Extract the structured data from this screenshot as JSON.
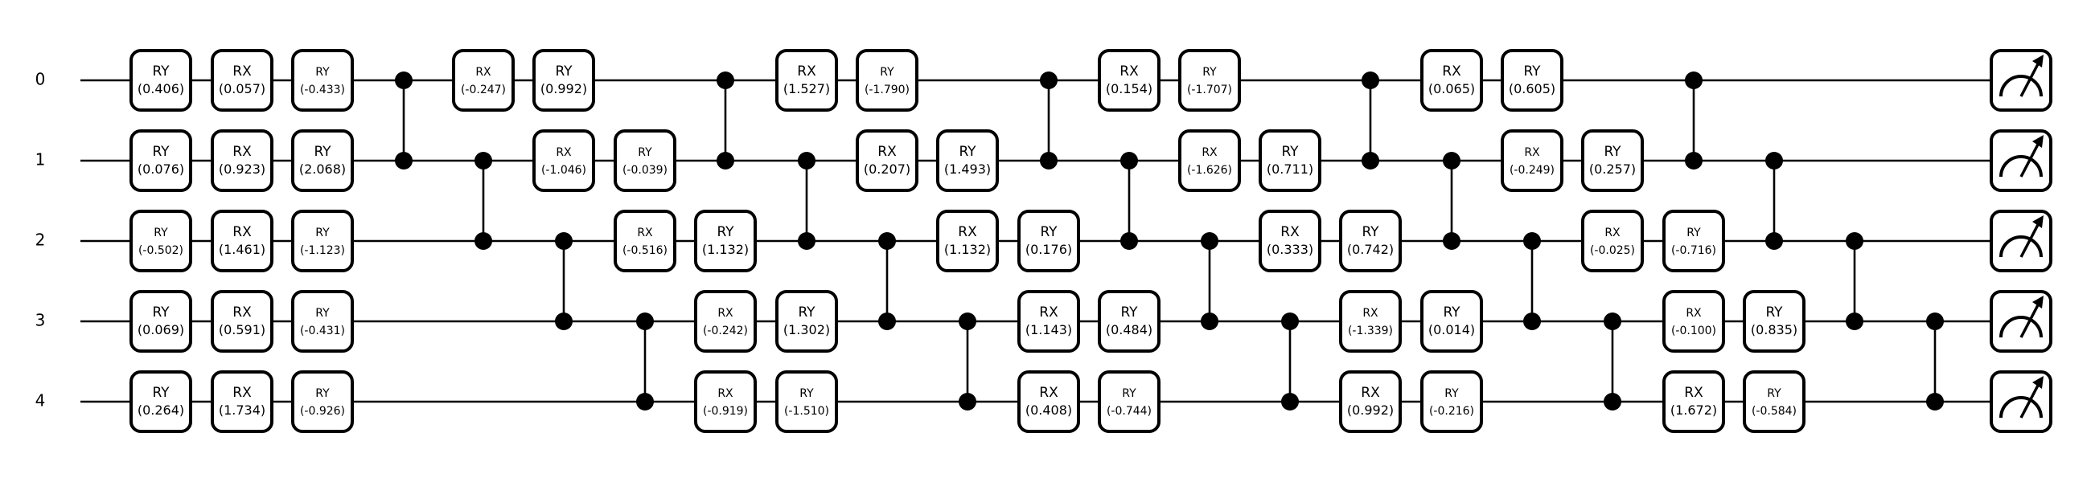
{
  "wires": [
    "0",
    "1",
    "2",
    "3",
    "4"
  ],
  "gates": [
    {
      "col": 0,
      "wire": 0,
      "name": "RY",
      "param": "(0.406)"
    },
    {
      "col": 0,
      "wire": 1,
      "name": "RY",
      "param": "(0.076)"
    },
    {
      "col": 0,
      "wire": 2,
      "name": "RY",
      "param": "(-0.502)"
    },
    {
      "col": 0,
      "wire": 3,
      "name": "RY",
      "param": "(0.069)"
    },
    {
      "col": 0,
      "wire": 4,
      "name": "RY",
      "param": "(0.264)"
    },
    {
      "col": 1,
      "wire": 0,
      "name": "RX",
      "param": "(0.057)"
    },
    {
      "col": 1,
      "wire": 1,
      "name": "RX",
      "param": "(0.923)"
    },
    {
      "col": 1,
      "wire": 2,
      "name": "RX",
      "param": "(1.461)"
    },
    {
      "col": 1,
      "wire": 3,
      "name": "RX",
      "param": "(0.591)"
    },
    {
      "col": 1,
      "wire": 4,
      "name": "RX",
      "param": "(1.734)"
    },
    {
      "col": 2,
      "wire": 0,
      "name": "RY",
      "param": "(-0.433)"
    },
    {
      "col": 2,
      "wire": 1,
      "name": "RY",
      "param": "(2.068)"
    },
    {
      "col": 2,
      "wire": 2,
      "name": "RY",
      "param": "(-1.123)"
    },
    {
      "col": 2,
      "wire": 3,
      "name": "RY",
      "param": "(-0.431)"
    },
    {
      "col": 2,
      "wire": 4,
      "name": "RY",
      "param": "(-0.926)"
    },
    {
      "col": 4,
      "wire": 0,
      "name": "RX",
      "param": "(-0.247)"
    },
    {
      "col": 5,
      "wire": 0,
      "name": "RY",
      "param": "(0.992)"
    },
    {
      "col": 5,
      "wire": 1,
      "name": "RX",
      "param": "(-1.046)"
    },
    {
      "col": 6,
      "wire": 1,
      "name": "RY",
      "param": "(-0.039)"
    },
    {
      "col": 6,
      "wire": 2,
      "name": "RX",
      "param": "(-0.516)"
    },
    {
      "col": 7,
      "wire": 2,
      "name": "RY",
      "param": "(1.132)"
    },
    {
      "col": 7,
      "wire": 3,
      "name": "RX",
      "param": "(-0.242)"
    },
    {
      "col": 7,
      "wire": 4,
      "name": "RX",
      "param": "(-0.919)"
    },
    {
      "col": 8,
      "wire": 3,
      "name": "RY",
      "param": "(1.302)"
    },
    {
      "col": 8,
      "wire": 4,
      "name": "RY",
      "param": "(-1.510)"
    },
    {
      "col": 8,
      "wire": 0,
      "name": "RX",
      "param": "(1.527)"
    },
    {
      "col": 9,
      "wire": 0,
      "name": "RY",
      "param": "(-1.790)"
    },
    {
      "col": 9,
      "wire": 1,
      "name": "RX",
      "param": "(0.207)"
    },
    {
      "col": 10,
      "wire": 1,
      "name": "RY",
      "param": "(1.493)"
    },
    {
      "col": 10,
      "wire": 2,
      "name": "RX",
      "param": "(1.132)"
    },
    {
      "col": 11,
      "wire": 2,
      "name": "RY",
      "param": "(0.176)"
    },
    {
      "col": 11,
      "wire": 3,
      "name": "RX",
      "param": "(1.143)"
    },
    {
      "col": 11,
      "wire": 4,
      "name": "RX",
      "param": "(0.408)"
    },
    {
      "col": 12,
      "wire": 3,
      "name": "RY",
      "param": "(0.484)"
    },
    {
      "col": 12,
      "wire": 4,
      "name": "RY",
      "param": "(-0.744)"
    },
    {
      "col": 12,
      "wire": 0,
      "name": "RX",
      "param": "(0.154)"
    },
    {
      "col": 13,
      "wire": 0,
      "name": "RY",
      "param": "(-1.707)"
    },
    {
      "col": 13,
      "wire": 1,
      "name": "RX",
      "param": "(-1.626)"
    },
    {
      "col": 14,
      "wire": 1,
      "name": "RY",
      "param": "(0.711)"
    },
    {
      "col": 14,
      "wire": 2,
      "name": "RX",
      "param": "(0.333)"
    },
    {
      "col": 15,
      "wire": 2,
      "name": "RY",
      "param": "(0.742)"
    },
    {
      "col": 15,
      "wire": 3,
      "name": "RX",
      "param": "(-1.339)"
    },
    {
      "col": 15,
      "wire": 4,
      "name": "RX",
      "param": "(0.992)"
    },
    {
      "col": 16,
      "wire": 3,
      "name": "RY",
      "param": "(0.014)"
    },
    {
      "col": 16,
      "wire": 4,
      "name": "RY",
      "param": "(-0.216)"
    },
    {
      "col": 16,
      "wire": 0,
      "name": "RX",
      "param": "(0.065)"
    },
    {
      "col": 17,
      "wire": 0,
      "name": "RY",
      "param": "(0.605)"
    },
    {
      "col": 17,
      "wire": 1,
      "name": "RX",
      "param": "(-0.249)"
    },
    {
      "col": 18,
      "wire": 1,
      "name": "RY",
      "param": "(0.257)"
    },
    {
      "col": 18,
      "wire": 2,
      "name": "RX",
      "param": "(-0.025)"
    },
    {
      "col": 19,
      "wire": 2,
      "name": "RY",
      "param": "(-0.716)"
    },
    {
      "col": 19,
      "wire": 3,
      "name": "RX",
      "param": "(-0.100)"
    },
    {
      "col": 19,
      "wire": 4,
      "name": "RX",
      "param": "(1.672)"
    },
    {
      "col": 20,
      "wire": 3,
      "name": "RY",
      "param": "(0.835)"
    },
    {
      "col": 20,
      "wire": 4,
      "name": "RY",
      "param": "(-0.584)"
    }
  ],
  "controls": [
    {
      "col": 3,
      "wires": [
        0,
        1
      ]
    },
    {
      "col": 4,
      "wires": [
        1,
        2
      ]
    },
    {
      "col": 5,
      "wires": [
        2,
        3
      ]
    },
    {
      "col": 6,
      "wires": [
        3,
        4
      ]
    },
    {
      "col": 7,
      "wires": [
        0,
        1
      ]
    },
    {
      "col": 8,
      "wires": [
        1,
        2
      ]
    },
    {
      "col": 9,
      "wires": [
        2,
        3
      ]
    },
    {
      "col": 10,
      "wires": [
        3,
        4
      ]
    },
    {
      "col": 11,
      "wires": [
        0,
        1
      ]
    },
    {
      "col": 12,
      "wires": [
        1,
        2
      ]
    },
    {
      "col": 13,
      "wires": [
        2,
        3
      ]
    },
    {
      "col": 14,
      "wires": [
        3,
        4
      ]
    },
    {
      "col": 15,
      "wires": [
        0,
        1
      ]
    },
    {
      "col": 16,
      "wires": [
        1,
        2
      ]
    },
    {
      "col": 17,
      "wires": [
        2,
        3
      ]
    },
    {
      "col": 18,
      "wires": [
        3,
        4
      ]
    },
    {
      "col": 19,
      "wires": [
        0,
        1
      ]
    },
    {
      "col": 20,
      "wires": [
        1,
        2
      ]
    },
    {
      "col": 21,
      "wires": [
        2,
        3
      ]
    },
    {
      "col": 22,
      "wires": [
        3,
        4
      ]
    }
  ],
  "measurements": [
    0,
    1,
    2,
    3,
    4
  ]
}
